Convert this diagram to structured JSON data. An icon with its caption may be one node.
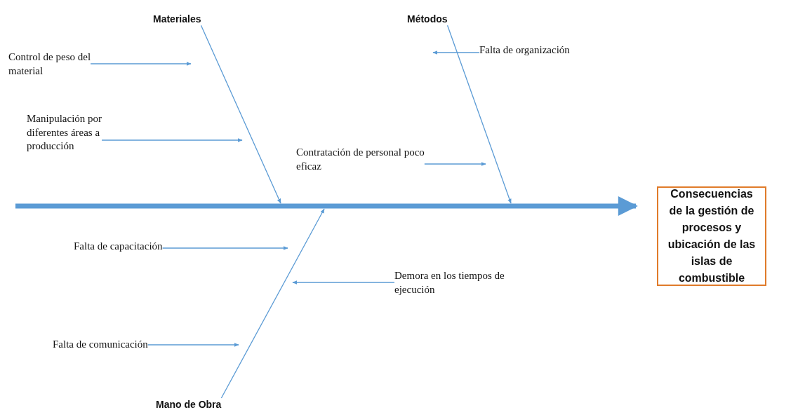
{
  "diagram": {
    "nodes": [
      {
        "text": [
          "Consecuencias de la gestión de procesos y ubicación de las islas de combustible"
        ]
      },
      {
        "text": [
          "Materiales"
        ]
      },
      {
        "text": [
          "Métodos"
        ]
      },
      {
        "text": [
          "Mano de Obra"
        ]
      },
      {
        "text": [
          "Control de peso del material"
        ]
      },
      {
        "text": [
          "Manipulación por diferentes áreas a producción"
        ]
      },
      {
        "text": [
          "Falta de organización"
        ]
      },
      {
        "text": [
          "Contratación de personal poco eficaz"
        ]
      },
      {
        "text": [
          "Falta de capacitación"
        ]
      },
      {
        "text": [
          "Demora en los tiempos de ejecución"
        ]
      },
      {
        "text": [
          "Falta de comunicación"
        ]
      }
    ],
    "edges": [
      {
        "from": null,
        "to": 0,
        "arrow": "to",
        "style": "thick"
      },
      {
        "from": 1,
        "to": null,
        "arrow": "to"
      },
      {
        "from": 2,
        "to": null,
        "arrow": "to"
      },
      {
        "from": 3,
        "to": null,
        "arrow": "to"
      },
      {
        "from": 4,
        "to": null,
        "arrow": "to"
      },
      {
        "from": 5,
        "to": null,
        "arrow": "to"
      },
      {
        "from": 6,
        "to": null,
        "arrow": "to"
      },
      {
        "from": 7,
        "to": null,
        "arrow": "to"
      },
      {
        "from": 8,
        "to": null,
        "arrow": "to"
      },
      {
        "from": 9,
        "to": null,
        "arrow": "to"
      },
      {
        "from": 10,
        "to": null,
        "arrow": "to"
      }
    ]
  }
}
